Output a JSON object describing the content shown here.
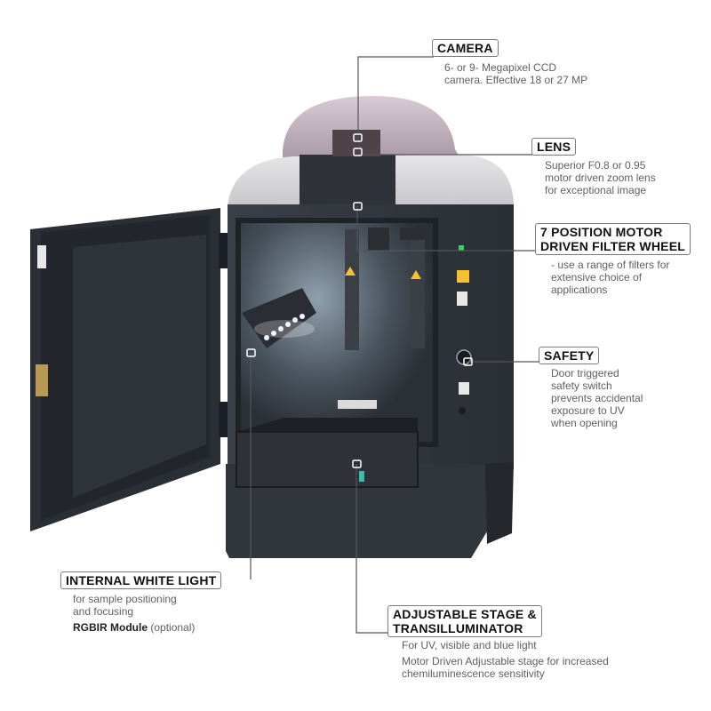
{
  "callouts": {
    "camera": {
      "title": "CAMERA",
      "lines": [
        "6- or 9- Megapixel CCD",
        "camera. Effective 18 or 27 MP"
      ]
    },
    "lens": {
      "title": "LENS",
      "lines": [
        "Superior F0.8 or 0.95",
        "motor driven zoom lens",
        "for exceptional image"
      ]
    },
    "filter_wheel": {
      "title_line1": "7 POSITION MOTOR",
      "title_line2": "DRIVEN FILTER WHEEL",
      "lines": [
        "- use a range of filters for",
        "extensive choice of",
        "applications"
      ]
    },
    "safety": {
      "title": "SAFETY",
      "lines": [
        "Door triggered",
        "safety switch",
        "prevents accidental",
        "exposure to UV",
        "when opening"
      ]
    },
    "white_light": {
      "title": "INTERNAL WHITE LIGHT",
      "lines": [
        "for sample positioning",
        "and focusing"
      ],
      "module_bold": "RGBIR Module",
      "module_note": "(optional)"
    },
    "stage": {
      "title_line1": "ADJUSTABLE STAGE &",
      "title_line2": "TRANSILLUMINATOR",
      "lines": [
        "For UV, visible and blue light",
        "Motor Driven Adjustable stage for increased",
        "chemiluminescence sensitivity"
      ]
    }
  }
}
